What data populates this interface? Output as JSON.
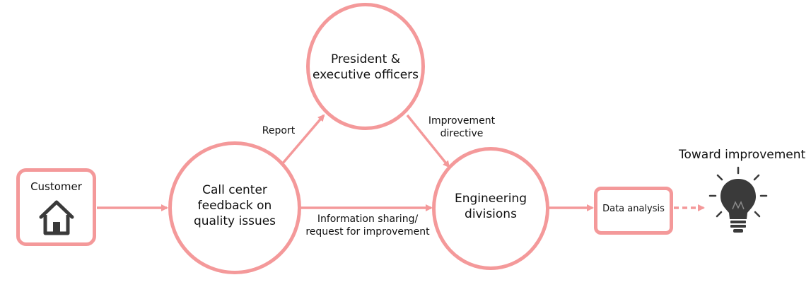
{
  "colors": {
    "accent": "#f4999a",
    "text": "#111111",
    "icon": "#3a3a3a"
  },
  "nodes": {
    "customer": {
      "label": "Customer",
      "icon": "house-icon"
    },
    "call_center": {
      "line1": "Call center",
      "line2": "feedback on",
      "line3": "quality issues"
    },
    "president": {
      "line1": "President &",
      "line2": "executive officers"
    },
    "engineering": {
      "line1": "Engineering",
      "line2": "divisions"
    },
    "data_analysis": {
      "label": "Data analysis"
    },
    "improvement": {
      "title": "Toward improvement",
      "icon": "lightbulb-icon"
    }
  },
  "edges": {
    "report": "Report",
    "directive_line1": "Improvement",
    "directive_line2": "directive",
    "info_line1": "Information sharing/",
    "info_line2": "request for improvement"
  }
}
